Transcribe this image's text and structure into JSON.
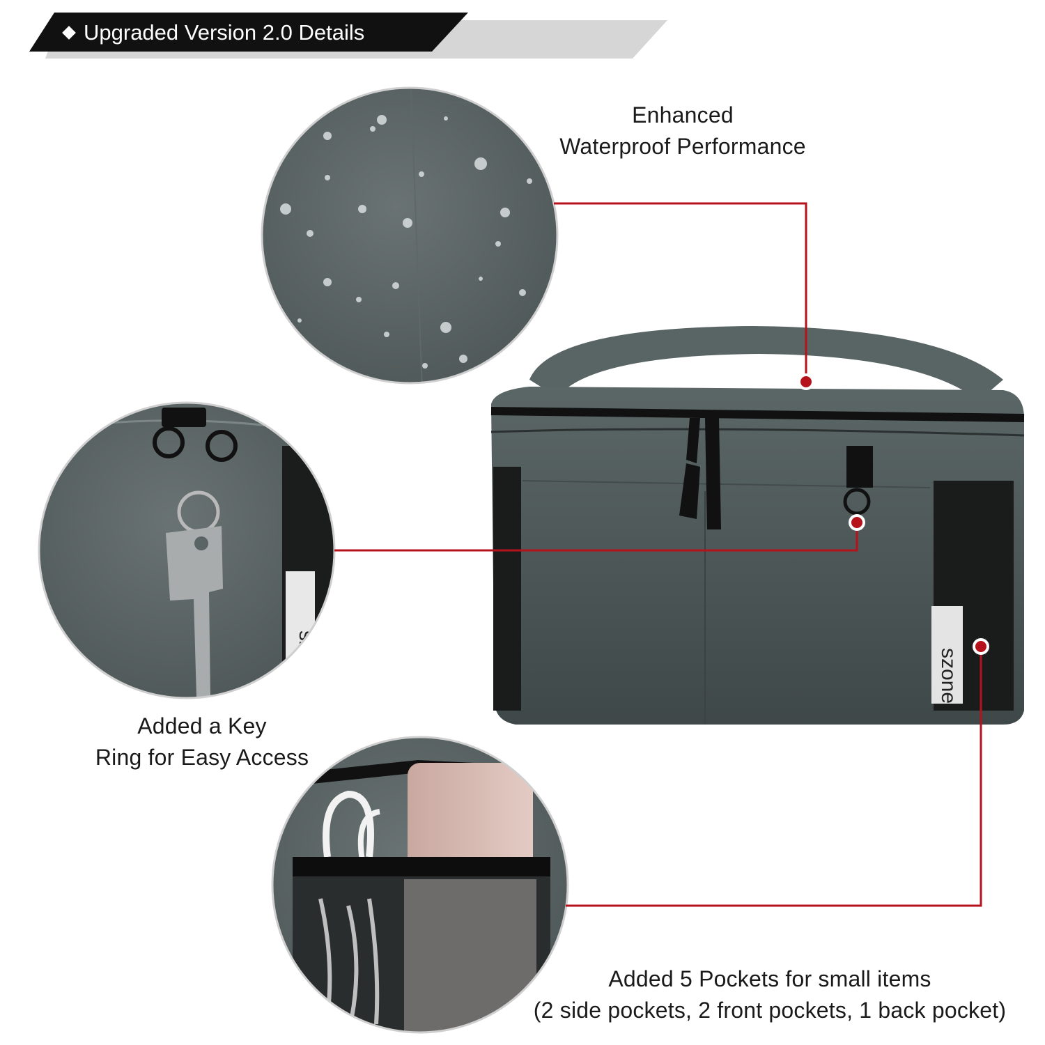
{
  "banner": {
    "title": "Upgraded Version 2.0 Details",
    "bullet_icon": "diamond-icon",
    "bg_color": "#111111",
    "shadow_color": "#d9d9d9"
  },
  "callouts": {
    "waterproof": {
      "line1": "Enhanced",
      "line2": "Waterproof Performance"
    },
    "key_ring": {
      "line1": "Added a Key",
      "line2": "Ring for Easy Access"
    },
    "pockets": {
      "line1": "Added 5 Pockets for small items",
      "line2": "(2 side pockets, 2 front pockets, 1 back pocket)"
    }
  },
  "product": {
    "brand_label": "szone"
  },
  "colors": {
    "leader_line": "#b5121b",
    "bag_body": "#4f5a5a",
    "text": "#1a1a1a"
  }
}
